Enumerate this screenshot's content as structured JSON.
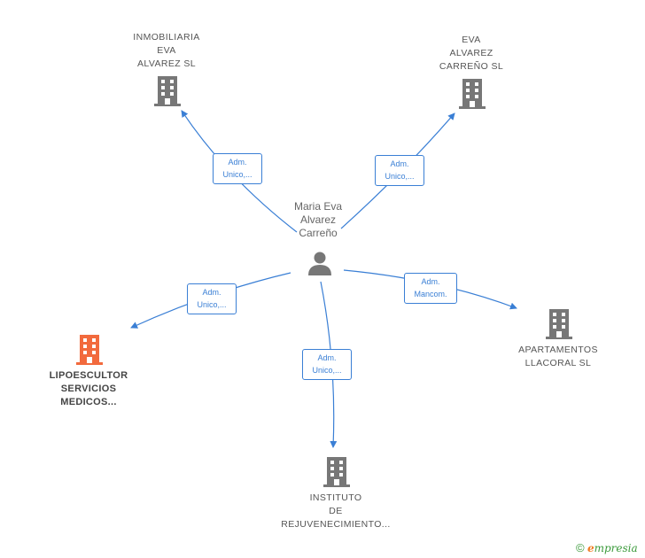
{
  "center": {
    "lines": [
      "Maria Eva",
      "Alvarez",
      "Carreño"
    ],
    "icon": "person-icon"
  },
  "nodes": [
    {
      "id": "inmobiliaria",
      "lines": [
        "INMOBILIARIA",
        "EVA",
        "ALVAREZ  SL"
      ],
      "icon": "building-icon",
      "highlight": false
    },
    {
      "id": "eva-alvarez",
      "lines": [
        "EVA",
        "ALVAREZ",
        "CARREÑO  SL"
      ],
      "icon": "building-icon",
      "highlight": false
    },
    {
      "id": "lipoescultor",
      "lines": [
        "LIPOESCULTOR",
        "SERVICIOS",
        "MEDICOS..."
      ],
      "icon": "building-icon",
      "highlight": true
    },
    {
      "id": "apartamentos",
      "lines": [
        "APARTAMENTOS",
        "LLACORAL  SL"
      ],
      "icon": "building-icon",
      "highlight": false
    },
    {
      "id": "instituto",
      "lines": [
        "INSTITUTO",
        "DE",
        "REJUVENECIMIENTO..."
      ],
      "icon": "building-icon",
      "highlight": false
    }
  ],
  "edges": [
    {
      "to": "inmobiliaria",
      "lines": [
        "Adm.",
        "Unico,..."
      ]
    },
    {
      "to": "eva-alvarez",
      "lines": [
        "Adm.",
        "Unico,..."
      ]
    },
    {
      "to": "lipoescultor",
      "lines": [
        "Adm.",
        "Unico,..."
      ]
    },
    {
      "to": "apartamentos",
      "lines": [
        "Adm.",
        "Mancom."
      ]
    },
    {
      "to": "instituto",
      "lines": [
        "Adm.",
        "Unico,..."
      ]
    }
  ],
  "colors": {
    "edge": "#3a7fd5",
    "icon": "#777777",
    "highlight": "#f26a3d"
  },
  "brand": {
    "copyright": "©",
    "first_letter": "e",
    "rest": "mpresia"
  }
}
